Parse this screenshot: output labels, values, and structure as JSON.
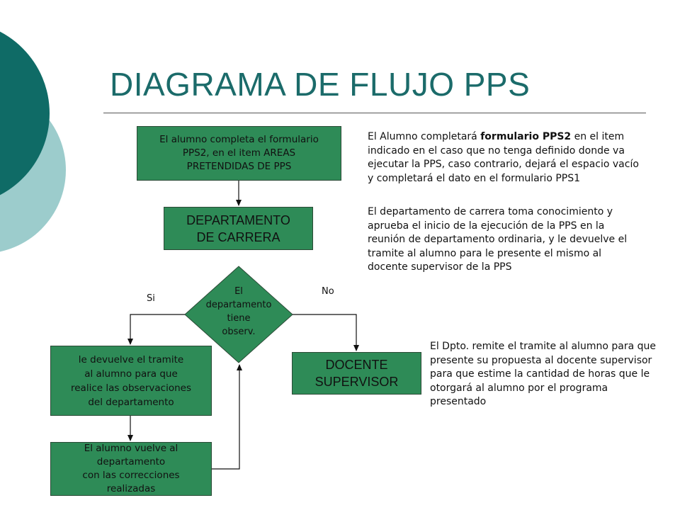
{
  "title": "DIAGRAMA DE FLUJO PPS",
  "colors": {
    "teal_dark": "#0f6b66",
    "teal_light": "#9ccccc",
    "box_fill": "#2e8b57",
    "title": "#1b6b6a"
  },
  "flow": {
    "box1": "El alumno completa el formulario\nPPS2, en el item AREAS\nPRETENDIDAS DE PPS",
    "box2": "DEPARTAMENTO\nDE CARRERA",
    "decision": "El\ndepartamento\ntiene\nobserv.",
    "yes_label": "Si",
    "no_label": "No",
    "box_yes": "le devuelve el tramite\nal alumno para que\nrealice las observaciones\ndel departamento",
    "box_return": "El alumno vuelve al\ndepartamento\ncon las correcciones\nrealizadas",
    "box_no": "DOCENTE\nSUPERVISOR"
  },
  "notes": {
    "note1_prefix": "El Alumno completará ",
    "note1_bold": "formulario PPS2",
    "note1_rest": " en el item indicado en el caso que no tenga definido donde va ejecutar la PPS, caso contrario, dejará el espacio vacío y completará el dato en el formulario PPS1",
    "note2": "El departamento de carrera toma conocimiento y aprueba el inicio de la ejecución de la PPS en la reunión de departamento ordinaria, y le devuelve el tramite al alumno para le presente el mismo al docente supervisor de la PPS",
    "note3": "El Dpto. remite el tramite al alumno para que presente su propuesta al docente supervisor para que estime la cantidad de horas que le otorgará al alumno por el programa presentado"
  }
}
